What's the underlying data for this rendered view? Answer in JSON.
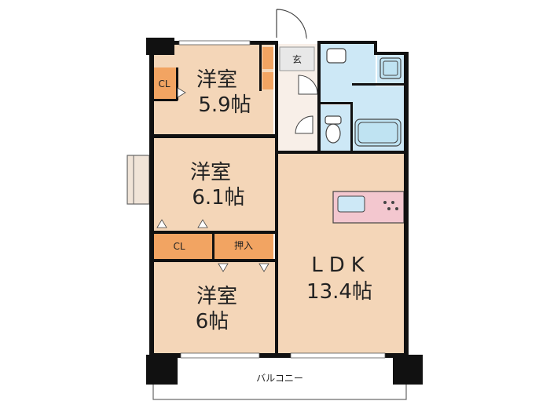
{
  "rooms": {
    "bedroom_top": {
      "name": "洋室",
      "size": "5.9帖"
    },
    "bedroom_middle": {
      "name": "洋室",
      "size": "6.1帖"
    },
    "bedroom_bottom": {
      "name": "洋室",
      "size": "6帖"
    },
    "ldk": {
      "name": "LDK",
      "size": "13.4帖"
    }
  },
  "storage": {
    "cl_top": "CL",
    "cl_middle": "CL",
    "oshiire": "押入"
  },
  "entrance": "玄",
  "balcony": "バルコニー",
  "colors": {
    "room": "#f4d6b8",
    "closet": "#f2a462",
    "wet_area": "#cde8f6",
    "wall": "#111111",
    "balcony": "#ffffff",
    "counter": "#f3c7cf"
  }
}
